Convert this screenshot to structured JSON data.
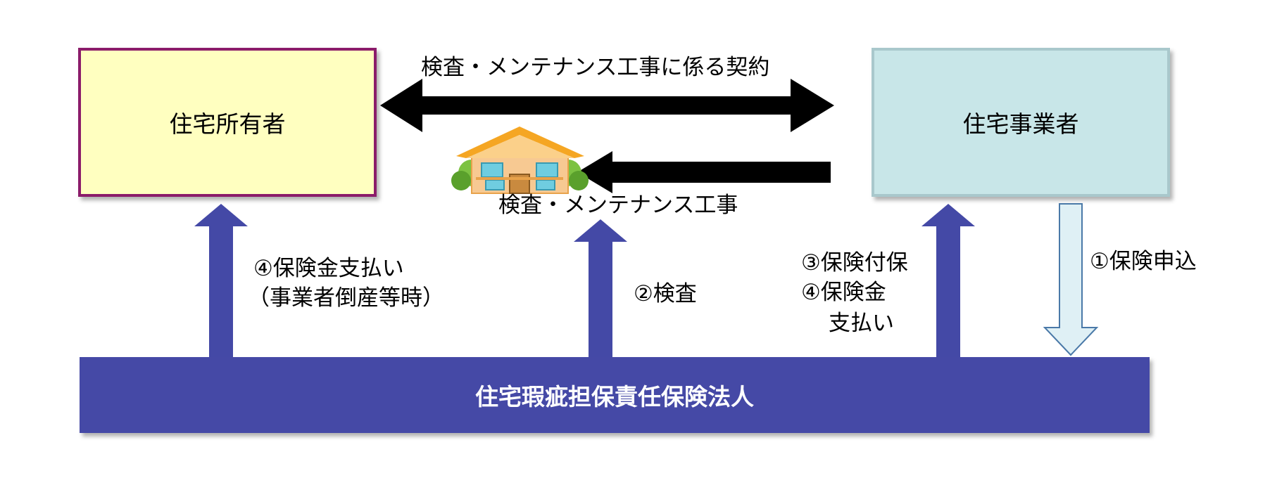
{
  "boxes": {
    "owner": "住宅所有者",
    "business": "住宅事業者",
    "corporation": "住宅瑕疵担保責任保険法人"
  },
  "labels": {
    "contract": "検査・メンテナンス工事に係る契約",
    "work": "検査・メンテナンス工事",
    "payout_owner_line1": "④保険金支払い",
    "payout_owner_line2": "（事業者倒産等時）",
    "inspection": "②検査",
    "attach_line1": "③保険付保",
    "attach_line2": "④保険金",
    "attach_line3": "支払い",
    "apply": "①保険申込"
  },
  "colors": {
    "owner_fill": "#ffffc0",
    "owner_border": "#8b1a6b",
    "business_fill": "#c8e6e8",
    "business_border": "#a9c8cc",
    "corp_fill": "#4449a6",
    "arrow_blue": "#4449a6",
    "arrow_outline": "#4a79a8",
    "arrow_light": "#dff0f5"
  },
  "icons": {
    "house": "house-icon"
  }
}
